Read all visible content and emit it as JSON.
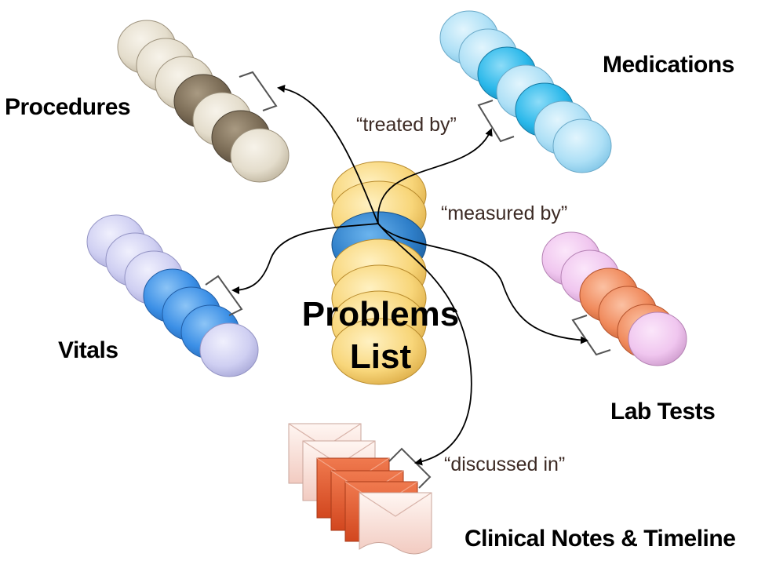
{
  "center": {
    "line1": "Problems",
    "line2": "List"
  },
  "categories": {
    "procedures": "Procedures",
    "medications": "Medications",
    "vitals": "Vitals",
    "lab_tests": "Lab Tests",
    "clinical_notes": "Clinical Notes & Timeline"
  },
  "relations": {
    "treated_by": "“treated by”",
    "measured_by": "“measured by”",
    "discussed_in": "“discussed in”"
  },
  "colors": {
    "problems_light": "#f8d67a",
    "problems_accent": "#2f7fc9",
    "procedures_light": "#e4ddcc",
    "procedures_dark": "#7a6b55",
    "medications_light": "#aee0f6",
    "medications_accent": "#2ab8ea",
    "vitals_light": "#cfcff2",
    "vitals_accent": "#3b8fe6",
    "lab_light": "#f0c6ef",
    "lab_accent": "#f08a5c",
    "notes_light": "#f6d8d0",
    "notes_accent": "#e4582e"
  }
}
